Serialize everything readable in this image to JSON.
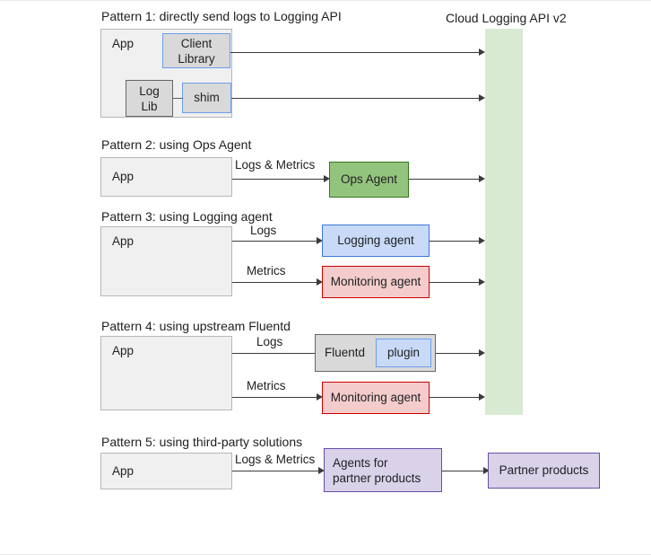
{
  "diagram": {
    "title_right": "Cloud Logging API v2",
    "sections": [
      {
        "id": "pattern-1",
        "title": "Pattern 1: directly send logs to Logging API",
        "app_label": "App",
        "nodes": [
          {
            "id": "client-library",
            "label": "Client\nLibrary"
          },
          {
            "id": "log-lib",
            "label": "Log\nLib"
          },
          {
            "id": "shim",
            "label": "shim"
          }
        ],
        "edge_labels": []
      },
      {
        "id": "pattern-2",
        "title": "Pattern 2: using Ops Agent",
        "app_label": "App",
        "nodes": [
          {
            "id": "ops-agent",
            "label": "Ops Agent"
          }
        ],
        "edge_labels": [
          "Logs & Metrics"
        ]
      },
      {
        "id": "pattern-3",
        "title": "Pattern 3: using Logging agent",
        "app_label": "App",
        "nodes": [
          {
            "id": "logging-agent",
            "label": "Logging agent"
          },
          {
            "id": "monitoring-agent",
            "label": "Monitoring agent"
          }
        ],
        "edge_labels": [
          "Logs",
          "Metrics"
        ]
      },
      {
        "id": "pattern-4",
        "title": "Pattern 4: using upstream Fluentd",
        "app_label": "App",
        "nodes": [
          {
            "id": "fluentd",
            "label": "Fluentd"
          },
          {
            "id": "plugin",
            "label": "plugin"
          },
          {
            "id": "monitoring-agent",
            "label": "Monitoring agent"
          }
        ],
        "edge_labels": [
          "Logs",
          "Metrics"
        ]
      },
      {
        "id": "pattern-5",
        "title": "Pattern 5: using third-party solutions",
        "app_label": "App",
        "nodes": [
          {
            "id": "agents-for-partner-products",
            "label": "Agents for\npartner products"
          },
          {
            "id": "partner-products",
            "label": "Partner products"
          }
        ],
        "edge_labels": [
          "Logs & Metrics"
        ]
      }
    ],
    "colors": {
      "app_fill": "#f0f0f0",
      "app_stroke": "#b7b7b7",
      "gray_fill": "#d9d9d9",
      "gray_stroke": "#666666",
      "blue_fill": "#c9daf8",
      "blue_stroke": "#3c78d8",
      "light_blue_stroke": "#6d9eeb",
      "green_fill": "#93c47d",
      "green_stroke": "#38761d",
      "red_fill": "#f4cccc",
      "red_stroke": "#cc0000",
      "purple_fill": "#d9d2e9",
      "purple_stroke": "#674ea7",
      "logging_api_fill": "#d9ead3",
      "logging_api_stroke": "#6aa84f",
      "text": "#202124",
      "connector": "#3b3b3b"
    }
  }
}
